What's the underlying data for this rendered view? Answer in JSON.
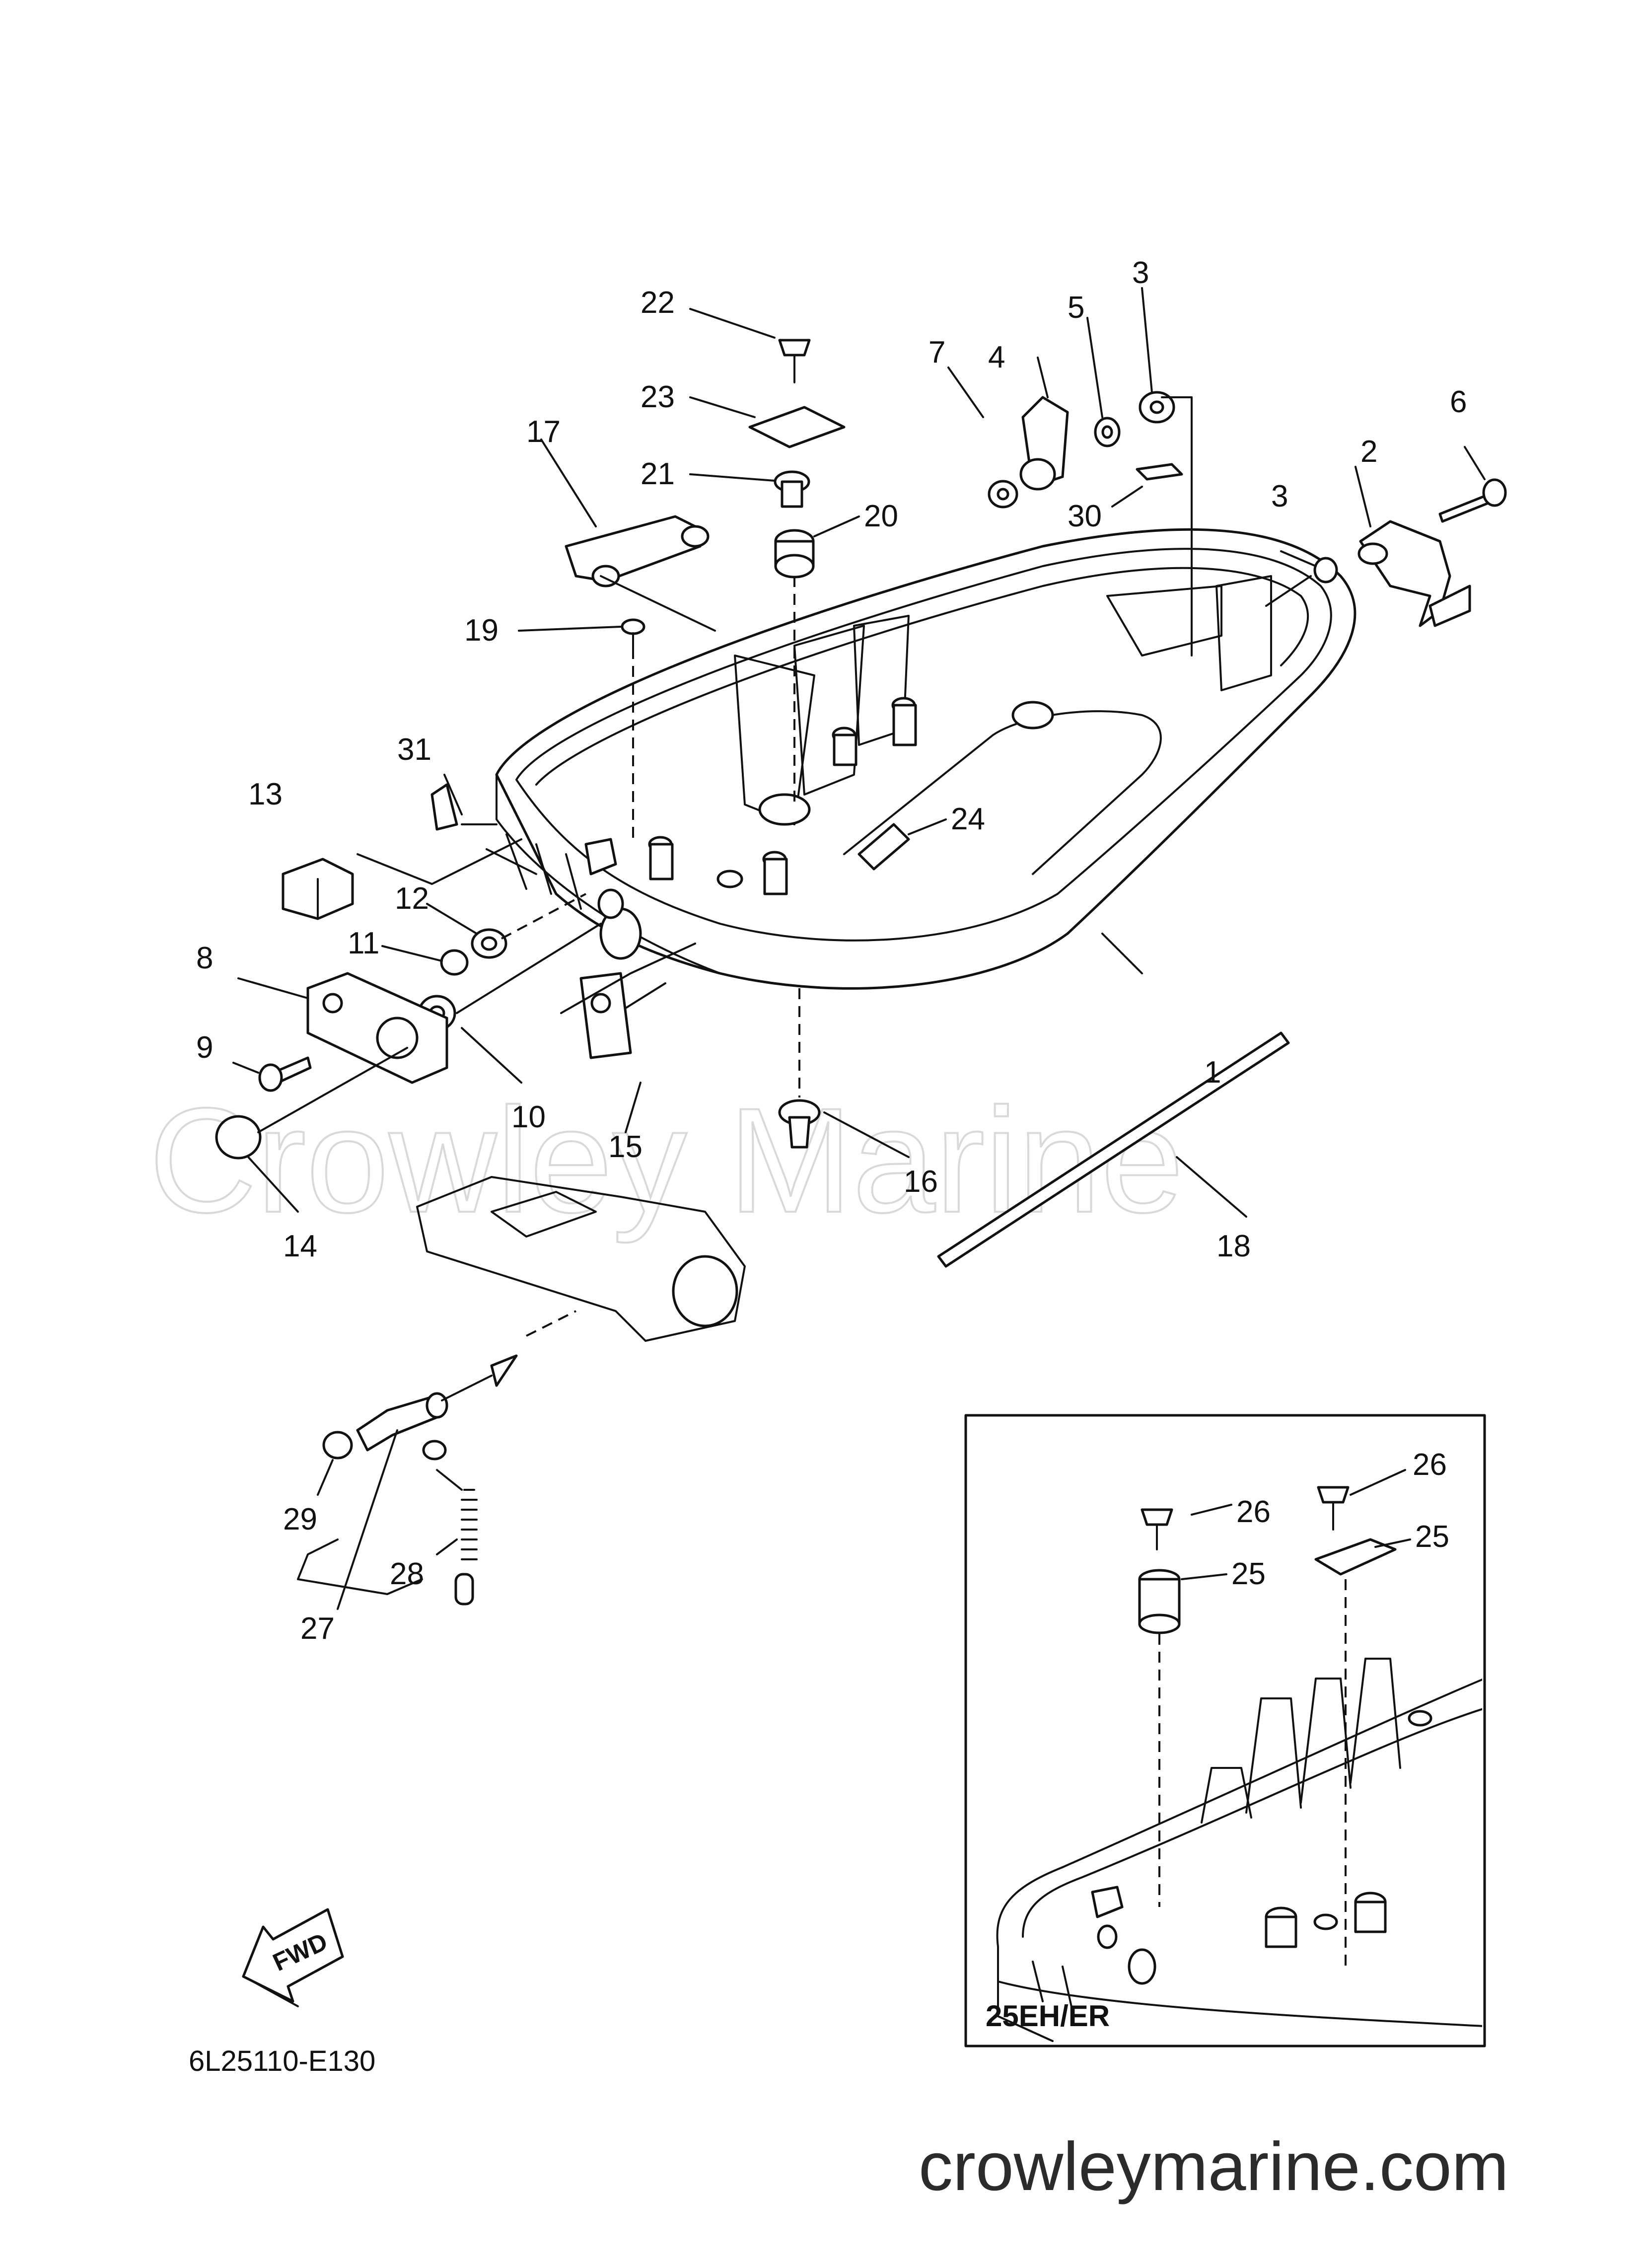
{
  "diagram": {
    "callouts": [
      {
        "id": "1",
        "label": "1"
      },
      {
        "id": "2",
        "label": "2"
      },
      {
        "id": "3a",
        "label": "3"
      },
      {
        "id": "3b",
        "label": "3"
      },
      {
        "id": "4",
        "label": "4"
      },
      {
        "id": "5",
        "label": "5"
      },
      {
        "id": "6",
        "label": "6"
      },
      {
        "id": "7",
        "label": "7"
      },
      {
        "id": "8",
        "label": "8"
      },
      {
        "id": "9",
        "label": "9"
      },
      {
        "id": "10",
        "label": "10"
      },
      {
        "id": "11",
        "label": "11"
      },
      {
        "id": "12",
        "label": "12"
      },
      {
        "id": "13",
        "label": "13"
      },
      {
        "id": "14",
        "label": "14"
      },
      {
        "id": "15",
        "label": "15"
      },
      {
        "id": "16",
        "label": "16"
      },
      {
        "id": "17",
        "label": "17"
      },
      {
        "id": "18",
        "label": "18"
      },
      {
        "id": "19",
        "label": "19"
      },
      {
        "id": "20",
        "label": "20"
      },
      {
        "id": "21",
        "label": "21"
      },
      {
        "id": "22",
        "label": "22"
      },
      {
        "id": "23",
        "label": "23"
      },
      {
        "id": "24",
        "label": "24"
      },
      {
        "id": "27",
        "label": "27"
      },
      {
        "id": "28",
        "label": "28"
      },
      {
        "id": "29",
        "label": "29"
      },
      {
        "id": "30",
        "label": "30"
      },
      {
        "id": "31",
        "label": "31"
      }
    ],
    "inset": {
      "label": "25EH/ER",
      "callouts": [
        {
          "id": "26a",
          "label": "26"
        },
        {
          "id": "26b",
          "label": "26"
        },
        {
          "id": "25a",
          "label": "25"
        },
        {
          "id": "25b",
          "label": "25"
        }
      ]
    },
    "fwd_label": "FWD",
    "diagram_code": "6L25110-E130",
    "watermark": "Crowley Marine",
    "site_url": "crowleymarine.com"
  }
}
